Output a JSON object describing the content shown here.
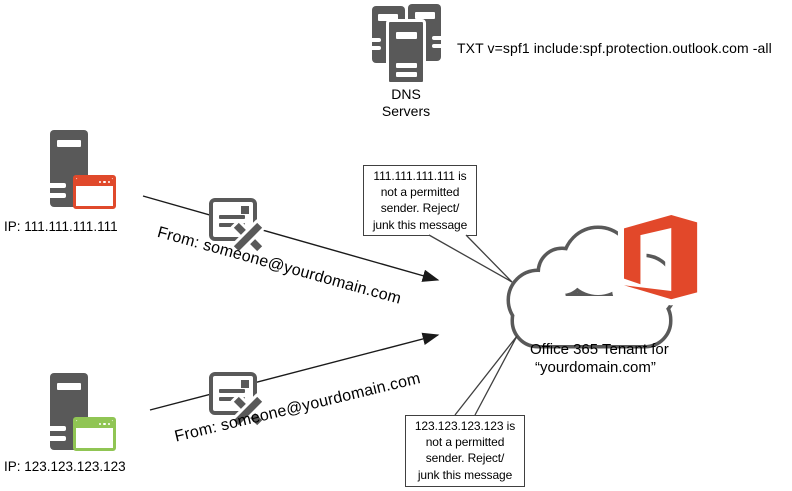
{
  "dns": {
    "label_line1": "DNS",
    "label_line2": "Servers",
    "txt_record": "TXT v=spf1 include:spf.protection.outlook.com -all"
  },
  "senders": [
    {
      "ip_label": "IP: 111.111.111.111",
      "from_label": "From: someone@yourdomain.com"
    },
    {
      "ip_label": "IP: 123.123.123.123",
      "from_label": "From: someone@yourdomain.com"
    }
  ],
  "callouts": [
    {
      "lines": [
        "111.111.111.111 is",
        "not a permitted",
        "sender. Reject/",
        "junk this message"
      ]
    },
    {
      "lines": [
        "123.123.123.123 is",
        "not a permitted",
        "sender. Reject/",
        "junk this message"
      ]
    }
  ],
  "tenant": {
    "label_line1": "Office 365 Tenant for",
    "label_line2": "“yourdomain.com”"
  },
  "icons": {
    "dns": "dns-servers-stack-icon",
    "sender1": "mail-server-icon",
    "sender2": "mail-server-icon",
    "browser1": "browser-window-icon-red",
    "browser2": "browser-window-icon-green",
    "email1": "blocked-email-icon",
    "email2": "blocked-email-icon",
    "cloud": "cloud-icon",
    "logo": "office-365-logo"
  },
  "colors": {
    "dark_gray": "#595959",
    "red_browser": "#E0492B",
    "green_browser": "#90C554",
    "office_orange": "#E2482A",
    "arrow": "#1a1a1a",
    "callout_border": "#404040"
  }
}
